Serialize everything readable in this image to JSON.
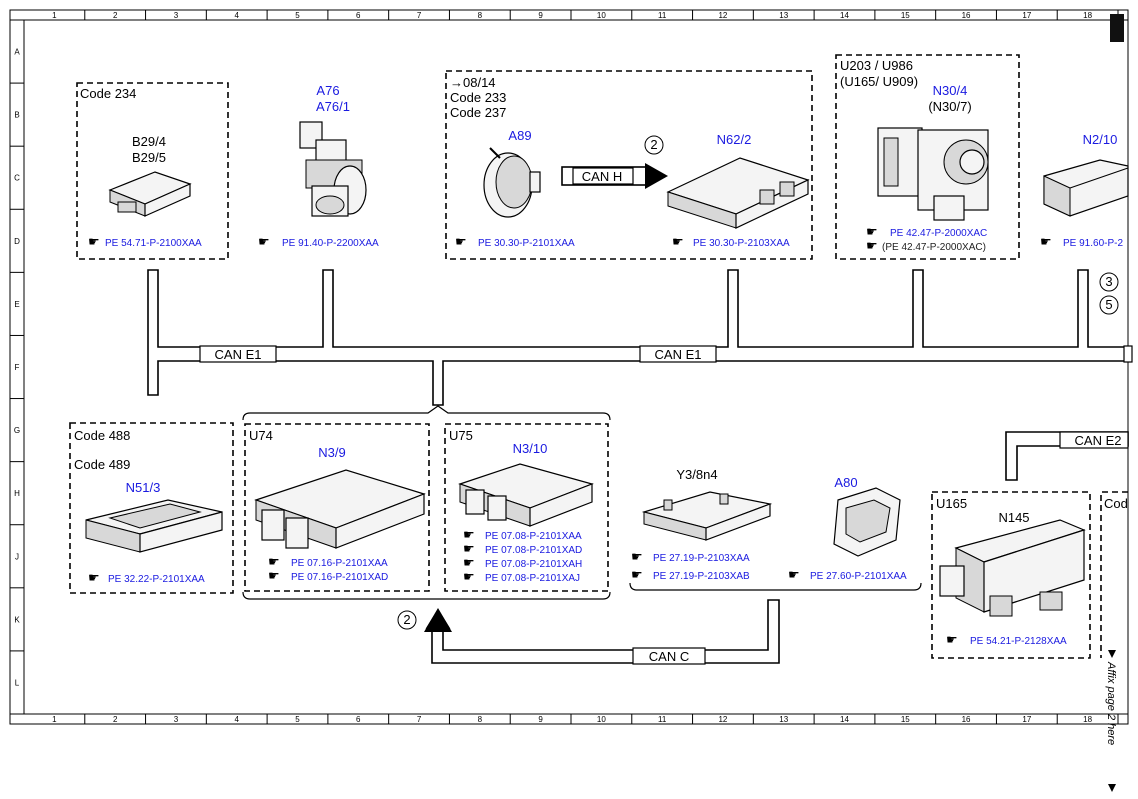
{
  "ruler": {
    "columns": [
      "1",
      "2",
      "3",
      "4",
      "5",
      "6",
      "7",
      "8",
      "9",
      "10",
      "11",
      "12",
      "13",
      "14",
      "15",
      "16",
      "17",
      "18"
    ],
    "rows": [
      "A",
      "B",
      "C",
      "D",
      "E",
      "F",
      "G",
      "H",
      "J",
      "K",
      "L"
    ]
  },
  "groups": {
    "code234": {
      "label": "Code 234"
    },
    "code233_237": {
      "line1": "→08/14",
      "line2": "Code 233",
      "line3": "Code 237"
    },
    "u203": {
      "line1": "U203 / U986",
      "line2": "(U165/ U909)"
    },
    "code488": {
      "line1": "Code 488",
      "line2": "Code 489"
    },
    "u74": {
      "label": "U74"
    },
    "u75": {
      "label": "U75"
    },
    "u165": {
      "label": "U165"
    },
    "cod_partial": {
      "label": "Cod"
    }
  },
  "components": {
    "b29": {
      "name1": "B29/4",
      "name2": "B29/5",
      "ref": "PE 54.71-P-2100XAA"
    },
    "a76": {
      "name1": "A76",
      "name2": "A76/1",
      "ref": "PE 91.40-P-2200XAA"
    },
    "a89": {
      "name": "A89",
      "ref": "PE 30.30-P-2101XAA"
    },
    "n62_2": {
      "name": "N62/2",
      "ref": "PE 30.30-P-2103XAA"
    },
    "n30_4": {
      "name": "N30/4",
      "alt": "(N30/7)",
      "ref1": "PE 42.47-P-2000XAC",
      "ref2": "(PE 42.47-P-2000XAC)"
    },
    "n2_10": {
      "name": "N2/10",
      "ref": "PE 91.60-P-2"
    },
    "n51_3": {
      "name": "N51/3",
      "ref": "PE 32.22-P-2101XAA"
    },
    "n3_9": {
      "name": "N3/9",
      "ref1": "PE 07.16-P-2101XAA",
      "ref2": "PE 07.16-P-2101XAD"
    },
    "n3_10": {
      "name": "N3/10",
      "refs": [
        "PE 07.08-P-2101XAA",
        "PE 07.08-P-2101XAD",
        "PE 07.08-P-2101XAH",
        "PE 07.08-P-2101XAJ"
      ]
    },
    "y3_8n4": {
      "name": "Y3/8n4",
      "ref1": "PE 27.19-P-2103XAA",
      "ref2": "PE 27.19-P-2103XAB"
    },
    "a80": {
      "name": "A80",
      "ref": "PE 27.60-P-2101XAA"
    },
    "n145": {
      "name": "N145",
      "ref": "PE 54.21-P-2128XAA"
    }
  },
  "buses": {
    "can_e1_left": "CAN E1",
    "can_e1_right": "CAN E1",
    "can_h": "CAN H",
    "can_c": "CAN C",
    "can_e2": "CAN E2"
  },
  "markers": {
    "m2_top": "2",
    "m2_bottom": "2",
    "m3": "3",
    "m5": "5"
  },
  "affix_note": "Affix page 2 here"
}
